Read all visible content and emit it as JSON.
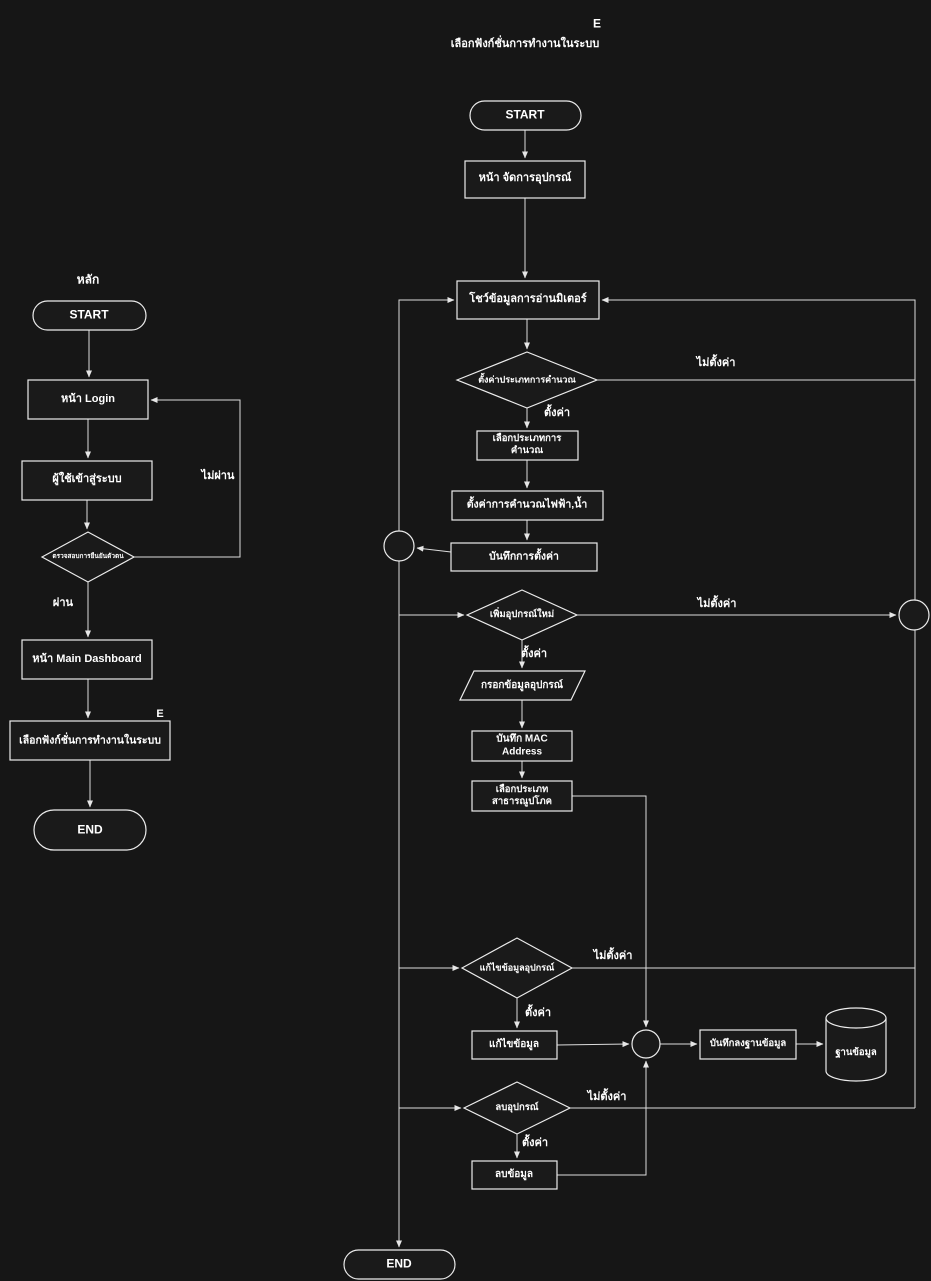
{
  "diagram": {
    "colors": {
      "background": "#161616",
      "node_fill": "#1a1a1a",
      "stroke": "#ececec",
      "text": "#ffffff"
    },
    "left": {
      "title": "หลัก",
      "start": "START",
      "login": "หน้า Login",
      "user_enter": "ผู้ใช้เข้าสู่ระบบ",
      "verify": "ตรวจสอบการยืนยันตัวตน",
      "fail": "ไม่ผ่าน",
      "pass": "ผ่าน",
      "dashboard": "หน้า Main Dashboard",
      "e_marker": "E",
      "select_function": "เลือกฟังก์ชั่นการทำงานในระบบ",
      "end": "END"
    },
    "right": {
      "title_e": "E",
      "title": "เลือกฟังก์ชั่นการทำงานในระบบ",
      "start": "START",
      "manage_device": "หน้า จัดการอุปกรณ์",
      "show_meter": "โชว์ข้อมูลการอ่านมิเตอร์",
      "d_calc": "ตั้งค่าประเภทการคำนวณ",
      "set": "ตั้งค่า",
      "not_set": "ไม่ตั้งค่า",
      "choose_calc": "เลือกประเภทการคำนวณ",
      "set_calc": "ตั้งค่าการคำนวณไฟฟ้า,น้ำ",
      "save_settings": "บันทึกการตั้งค่า",
      "d_add": "เพิ่มอุปกรณ์ใหม่",
      "input_device": "กรอกข้อมูลอุปกรณ์",
      "save_mac": "บันทึก MAC Address",
      "choose_utility": "เลือกประเภทสาธารณูปโภค",
      "d_edit": "แก้ไขข้อมูลอุปกรณ์",
      "edit_data": "แก้ไขข้อมูล",
      "save_db": "บันทึกลงฐานข้อมูล",
      "database": "ฐานข้อมูล",
      "d_delete": "ลบอุปกรณ์",
      "delete_data": "ลบข้อมูล",
      "end": "END"
    }
  }
}
